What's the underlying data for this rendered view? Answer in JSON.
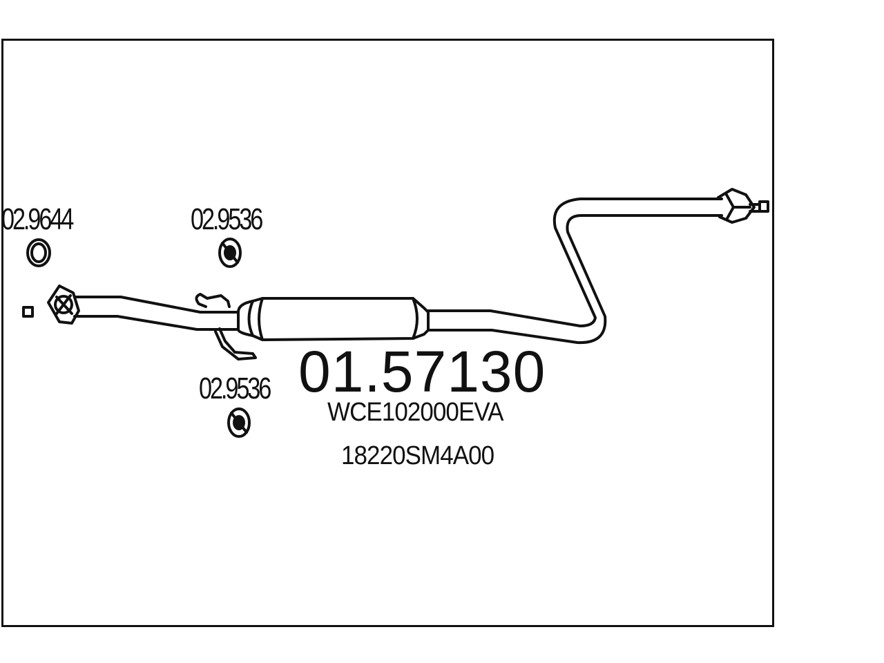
{
  "diagram": {
    "main_part_number": "01.57130",
    "cross_references": [
      "WCE102000EVA",
      "18220SM4A00"
    ],
    "accessories": [
      {
        "part_number": "02.9644",
        "icon": "ring-gasket-icon"
      },
      {
        "part_number": "02.9536",
        "icon": "rubber-mount-icon"
      },
      {
        "part_number": "02.9536",
        "icon": "rubber-mount-icon"
      }
    ]
  },
  "colors": {
    "line": "#111111",
    "background": "#ffffff"
  }
}
